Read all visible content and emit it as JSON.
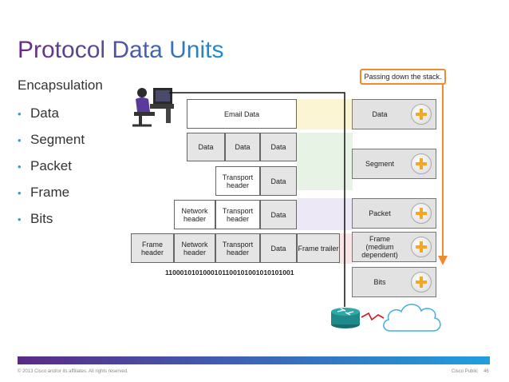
{
  "title": "Protocol Data Units",
  "subtitle": "Encapsulation",
  "bullets": [
    "Data",
    "Segment",
    "Packet",
    "Frame",
    "Bits"
  ],
  "diagram": {
    "email_data": "Email Data",
    "data": "Data",
    "transport_header": "Transport header",
    "network_header": "Network header",
    "frame_header": "Frame header",
    "frame_trailer": "Frame trailer",
    "bits_stream": "1100010101000101100101001010101001",
    "callout": "Passing down the stack."
  },
  "layers": [
    {
      "label": "Data"
    },
    {
      "label": "Segment"
    },
    {
      "label": "Packet"
    },
    {
      "label": "Frame (medium dependent)"
    },
    {
      "label": "Bits"
    }
  ],
  "colors": {
    "band_data": "#f7ecae",
    "band_segment": "#d4ead0",
    "band_packet": "#dfd6ec",
    "band_frame": "#f5d1d1",
    "arrow": "#f08a2e",
    "plus": "#f5a623",
    "router": "#1f8a8a"
  },
  "footer": {
    "copyright": "© 2013 Cisco and/or its affiliates. All rights reserved.",
    "classification": "Cisco Public",
    "page": "46"
  }
}
